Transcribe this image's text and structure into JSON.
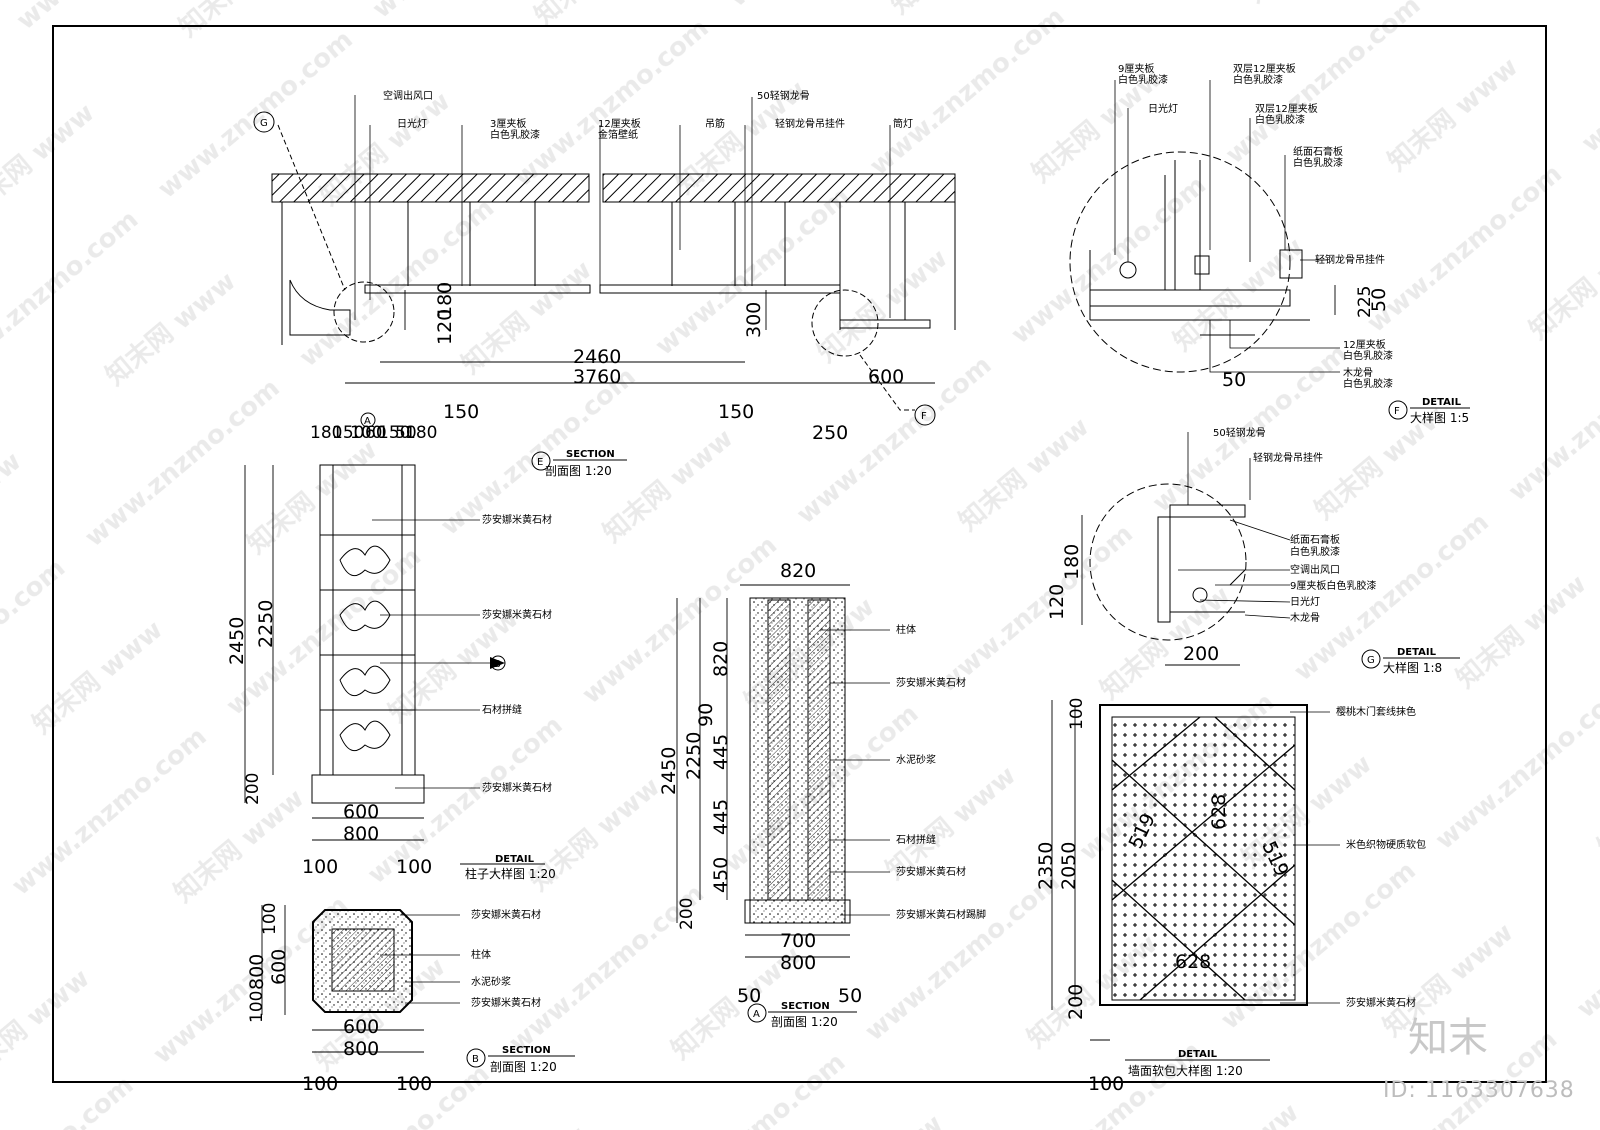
{
  "watermark": {
    "site": "www.znzmo.com",
    "brand": "知末",
    "id": "ID: 1163307638"
  },
  "top_section": {
    "callouts": [
      "空调出风口",
      "日光灯",
      "3厘夹板",
      "白色乳胶漆",
      "12厘夹板",
      "金箔壁纸",
      "吊筋",
      "50轻钢龙骨",
      "轻钢龙骨吊挂件",
      "筒灯"
    ],
    "dims": [
      "120",
      "180",
      "300",
      "2460",
      "3760",
      "600",
      "150",
      "150",
      "250"
    ],
    "markers": [
      "G",
      "F"
    ]
  },
  "detail_f": {
    "callouts": [
      "9厘夹板",
      "白色乳胶漆",
      "双层12厘夹板",
      "白色乳胶漆",
      "日光灯",
      "双层12厘夹板",
      "白色乳胶漆",
      "纸面石膏板",
      "白色乳胶漆",
      "轻钢龙骨吊挂件",
      "12厘夹板",
      "白色乳胶漆",
      "木龙骨",
      "白色乳胶漆"
    ],
    "dims": [
      "225",
      "50",
      "50"
    ],
    "tag": "F",
    "title_en": "DETAIL",
    "title_cn": "大样图 1:5"
  },
  "detail_g": {
    "callouts": [
      "50轻钢龙骨",
      "轻钢龙骨吊挂件",
      "纸面石膏板",
      "白色乳胶漆",
      "空调出风口",
      "9厘夹板白色乳胶漆",
      "日光灯",
      "木龙骨"
    ],
    "dims": [
      "180",
      "120",
      "200"
    ],
    "tag": "G",
    "title_en": "DETAIL",
    "title_cn": "大样图 1:8"
  },
  "column_elev": {
    "callouts": [
      "莎安娜米黄石材",
      "莎安娜米黄石材",
      "石材拼缝",
      "莎安娜米黄石材"
    ],
    "dims": [
      "2450",
      "2250",
      "200",
      "600",
      "800",
      "100",
      "100",
      "180",
      "150",
      "100",
      "60",
      "150",
      "50",
      "180"
    ],
    "section_marker": "B",
    "title_en": "DETAIL",
    "title_cn": "柱子大样图 1:20",
    "top_tag": "A",
    "sec_tag": "E",
    "sec_title_en": "SECTION",
    "sec_title_cn": "剖面图 1:20"
  },
  "column_plan": {
    "callouts": [
      "莎安娜米黄石材",
      "柱体",
      "水泥砂浆",
      "莎安娜米黄石材"
    ],
    "dims": [
      "100",
      "800",
      "600",
      "100",
      "600",
      "800",
      "100",
      "100"
    ],
    "tag": "B",
    "title_en": "SECTION",
    "title_cn": "剖面图 1:20"
  },
  "column_section": {
    "callouts": [
      "柱体",
      "莎安娜米黄石材",
      "水泥砂浆",
      "石材拼缝",
      "莎安娜米黄石材",
      "莎安娜米黄石材踢脚"
    ],
    "dims": [
      "820",
      "2450",
      "2250",
      "820",
      "90",
      "445",
      "445",
      "450",
      "200",
      "700",
      "800",
      "50",
      "50"
    ],
    "tag": "A",
    "title_en": "SECTION",
    "title_cn": "剖面图 1:20"
  },
  "wall_panel": {
    "callouts": [
      "樱桃木门套线抹色",
      "米色织物硬质软包",
      "莎安娜米黄石材"
    ],
    "dims": [
      "100",
      "2350",
      "2050",
      "200",
      "519",
      "628",
      "628",
      "519",
      "100"
    ],
    "title_en": "DETAIL",
    "title_cn": "墙面软包大样图 1:20"
  }
}
